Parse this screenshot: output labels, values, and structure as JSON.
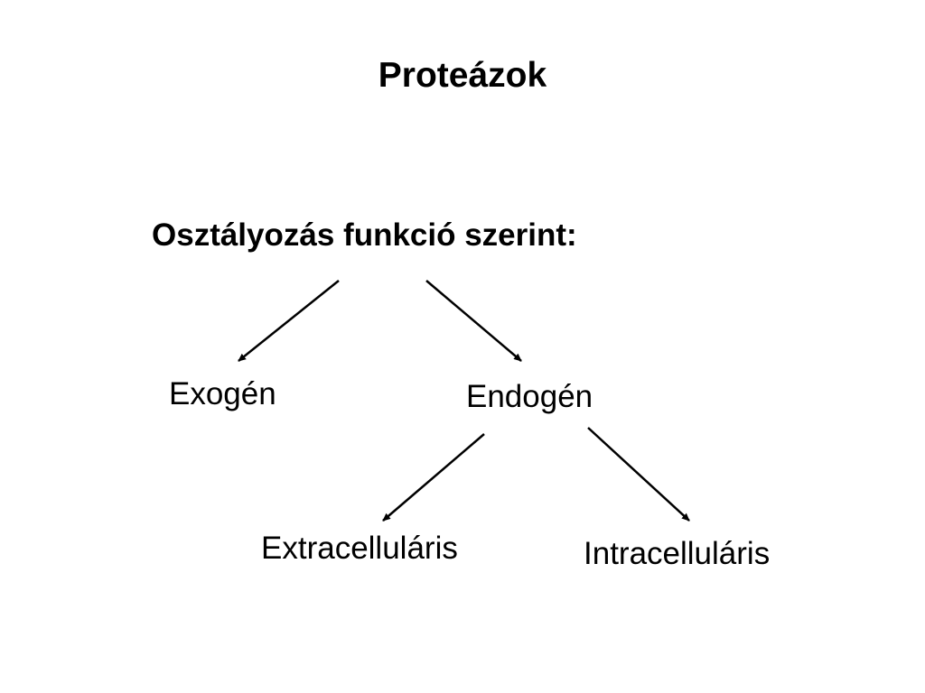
{
  "slide": {
    "title": "Proteázok",
    "subtitle": "Osztályozás funkció szerint:",
    "nodes": {
      "exogen": "Exogén",
      "endogen": "Endogén",
      "extracellular": "Extracelluláris",
      "intracellular": "Intracelluláris"
    }
  },
  "colors": {
    "background": "#ffffff",
    "text": "#000000",
    "arrow": "#000000"
  }
}
